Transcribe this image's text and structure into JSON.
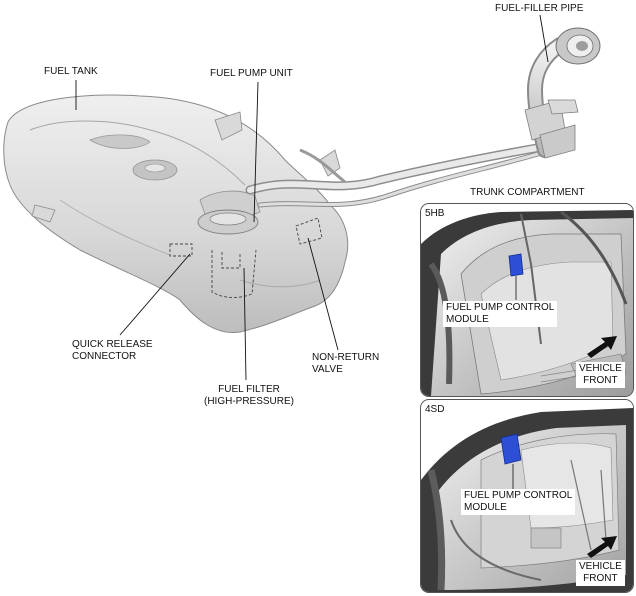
{
  "labels": {
    "fuel_tank": "FUEL TANK",
    "fuel_pump_unit": "FUEL PUMP UNIT",
    "fuel_filler_pipe": "FUEL-FILLER PIPE",
    "quick_release_connector": "QUICK RELEASE\nCONNECTOR",
    "fuel_filter": "FUEL FILTER\n(HIGH-PRESSURE)",
    "non_return_valve": "NON-RETURN\nVALVE",
    "trunk_compartment": "TRUNK COMPARTMENT"
  },
  "panels": [
    {
      "tag": "5HB",
      "callout": "FUEL PUMP CONTROL\nMODULE",
      "direction": "VEHICLE\nFRONT"
    },
    {
      "tag": "4SD",
      "callout": "FUEL PUMP CONTROL\nMODULE",
      "direction": "VEHICLE\nFRONT"
    }
  ],
  "colors": {
    "module_blue": "#2c4fd6",
    "part_gray": "#d2d2d2",
    "outline": "#7a7a7a"
  }
}
